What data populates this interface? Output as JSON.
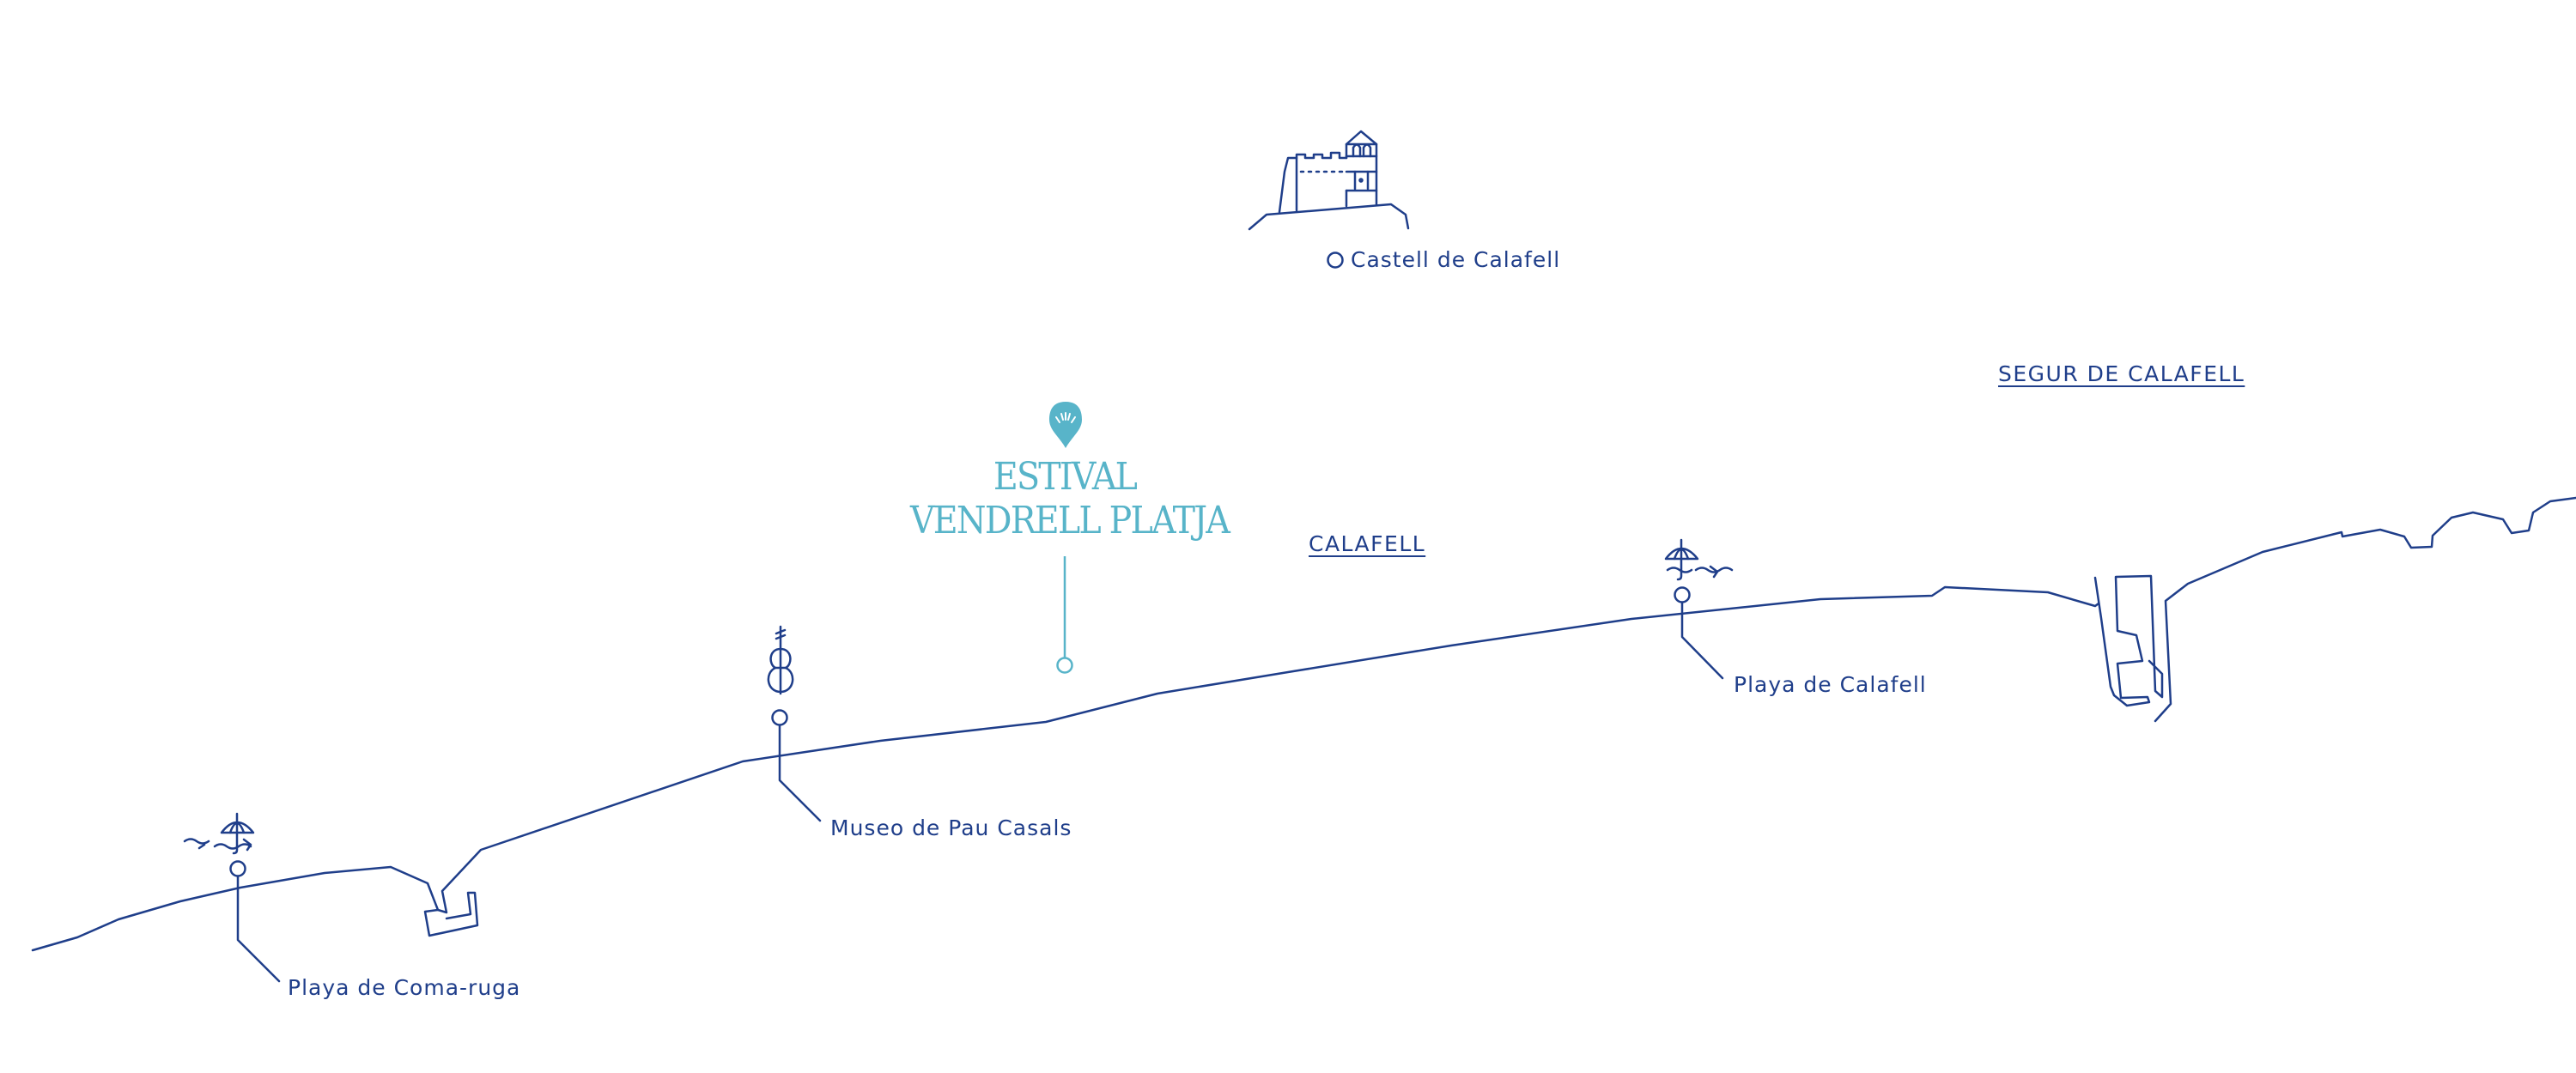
{
  "colors": {
    "navy": "#1f3e8a",
    "teal": "#58b4c9",
    "background": "#ffffff"
  },
  "featured": {
    "name_line1": "ESTIVAL",
    "name_line2": "VENDRELL PLATJA",
    "icon": "map-pin-icon"
  },
  "towns": [
    {
      "label": "CALAFELL"
    },
    {
      "label": "SEGUR DE CALAFELL"
    }
  ],
  "points_of_interest": [
    {
      "label": "Castell de Calafell",
      "icon": "castle-icon"
    },
    {
      "label": "Playa de Coma-ruga",
      "icon": "beach-umbrella-icon"
    },
    {
      "label": "Museo de Pau Casals",
      "icon": "cello-icon"
    },
    {
      "label": "Playa de Calafell",
      "icon": "beach-umbrella-icon"
    }
  ]
}
